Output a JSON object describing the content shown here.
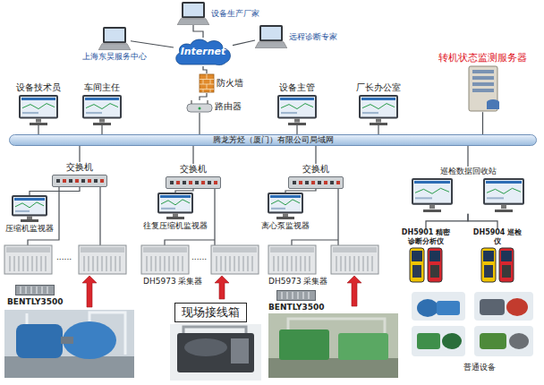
{
  "diagram": {
    "nodes": [
      {
        "text": [
          "Internet"
        ]
      },
      {
        "text": [
          "上海东昊服务中心"
        ]
      },
      {
        "text": [
          "设备生产厂家"
        ]
      },
      {
        "text": [
          "远程诊断专家"
        ]
      },
      {
        "text": [
          "防火墙"
        ]
      },
      {
        "text": [
          "路由器"
        ]
      },
      {
        "text": [
          "设备技术员"
        ]
      },
      {
        "text": [
          "车间主任"
        ]
      },
      {
        "text": [
          "设备主管"
        ]
      },
      {
        "text": [
          "厂长办公室"
        ]
      },
      {
        "text": [
          "转机状态监测服务器"
        ]
      },
      {
        "text": [
          "腾龙芳烃（厦门）有限公司局域网"
        ]
      },
      {
        "text": [
          "交换机"
        ]
      },
      {
        "text": [
          "交换机"
        ]
      },
      {
        "text": [
          "交换机"
        ]
      },
      {
        "text": [
          "巡检数据回收站"
        ]
      },
      {
        "text": [
          "压缩机监视器"
        ]
      },
      {
        "text": [
          "往复压缩机监视器"
        ]
      },
      {
        "text": [
          "离心泵监视器"
        ]
      },
      {
        "text": [
          "DH5901 精密诊断分析仪"
        ]
      },
      {
        "text": [
          "DH5904 巡检仪"
        ]
      },
      {
        "text": [
          "BENTLY3500"
        ]
      },
      {
        "text": [
          "现场接线箱"
        ]
      },
      {
        "text": [
          "BENTLY3500"
        ]
      }
    ],
    "edges": [
      {
        "from": 1,
        "to": 0,
        "arrow": "none"
      },
      {
        "from": 2,
        "to": 0,
        "arrow": "none"
      },
      {
        "from": 3,
        "to": 0,
        "arrow": "none"
      },
      {
        "from": 0,
        "to": 4,
        "arrow": "none"
      },
      {
        "from": 4,
        "to": 5,
        "arrow": "none"
      },
      {
        "from": 5,
        "to": 11,
        "arrow": "none"
      },
      {
        "from": 6,
        "to": 11,
        "arrow": "none"
      },
      {
        "from": 7,
        "to": 11,
        "arrow": "none"
      },
      {
        "from": 8,
        "to": 11,
        "arrow": "none"
      },
      {
        "from": 9,
        "to": 11,
        "arrow": "none"
      },
      {
        "from": 10,
        "to": 11,
        "arrow": "none"
      },
      {
        "from": 11,
        "to": 12,
        "arrow": "none"
      },
      {
        "from": 11,
        "to": 13,
        "arrow": "none"
      },
      {
        "from": 11,
        "to": 14,
        "arrow": "none"
      },
      {
        "from": 11,
        "to": 15,
        "arrow": "none"
      },
      {
        "from": 12,
        "to": 16,
        "arrow": "none"
      },
      {
        "from": 13,
        "to": 17,
        "arrow": "none"
      },
      {
        "from": 14,
        "to": 18,
        "arrow": "none"
      },
      {
        "from": 15,
        "to": 19,
        "arrow": "none"
      },
      {
        "from": 15,
        "to": 20,
        "arrow": "none"
      }
    ],
    "labels": [
      "DH5973 采集器",
      "DH5973 采集器",
      "......",
      "......",
      "普通设备"
    ]
  }
}
